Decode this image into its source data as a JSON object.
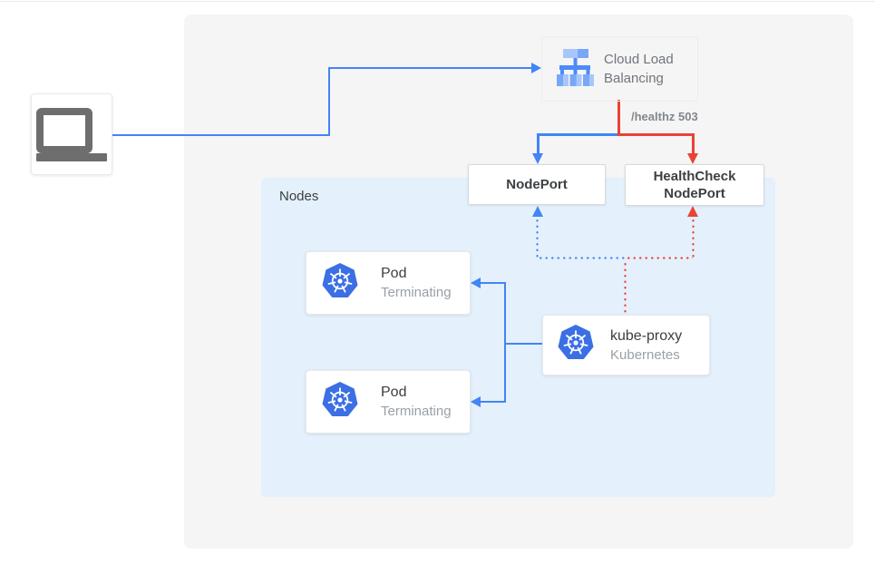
{
  "diagram": {
    "groups": {
      "nodes": {
        "label": "Nodes"
      }
    },
    "client": {
      "icon": "laptop-icon"
    },
    "cloud_load_balancing": {
      "line1": "Cloud Load",
      "line2": "Balancing",
      "icon": "load-balancer-icon"
    },
    "healthz_label": "/healthz 503",
    "nodeport": {
      "label": "NodePort"
    },
    "healthcheck_nodeport": {
      "line1": "HealthCheck",
      "line2": "NodePort"
    },
    "pods": [
      {
        "label": "Pod",
        "status": "Terminating",
        "icon": "kubernetes-icon"
      },
      {
        "label": "Pod",
        "status": "Terminating",
        "icon": "kubernetes-icon"
      }
    ],
    "kube_proxy": {
      "label": "kube-proxy",
      "sublabel": "Kubernetes",
      "icon": "kubernetes-icon"
    },
    "edges": [
      {
        "from": "client",
        "to": "cloud-load-balancing",
        "style": "solid",
        "color": "blue"
      },
      {
        "from": "cloud-load-balancing",
        "to": "nodeport",
        "style": "solid",
        "color": "blue"
      },
      {
        "from": "cloud-load-balancing",
        "to": "healthcheck-nodeport",
        "style": "solid",
        "color": "red",
        "label": "/healthz 503"
      },
      {
        "from": "kube-proxy",
        "to": "nodeport",
        "style": "dotted",
        "color": "blue"
      },
      {
        "from": "kube-proxy",
        "to": "healthcheck-nodeport",
        "style": "dotted",
        "color": "red"
      },
      {
        "from": "kube-proxy",
        "to": "pod-terminating-top",
        "style": "solid",
        "color": "blue"
      },
      {
        "from": "kube-proxy",
        "to": "pod-terminating-bottom",
        "style": "solid",
        "color": "blue"
      }
    ],
    "colors": {
      "blue": "#4285f4",
      "red": "#ea4335",
      "nodes_bg": "#e4f0fb",
      "panel_bg": "#f5f5f6",
      "text_dark": "#3c4043",
      "text_gray": "#9aa0a6",
      "k8s_blue": "#3b6fe3",
      "lb_light": "#a9c6fb",
      "lb_mid": "#78a7f8",
      "lb_dark": "#4e8af9"
    }
  }
}
